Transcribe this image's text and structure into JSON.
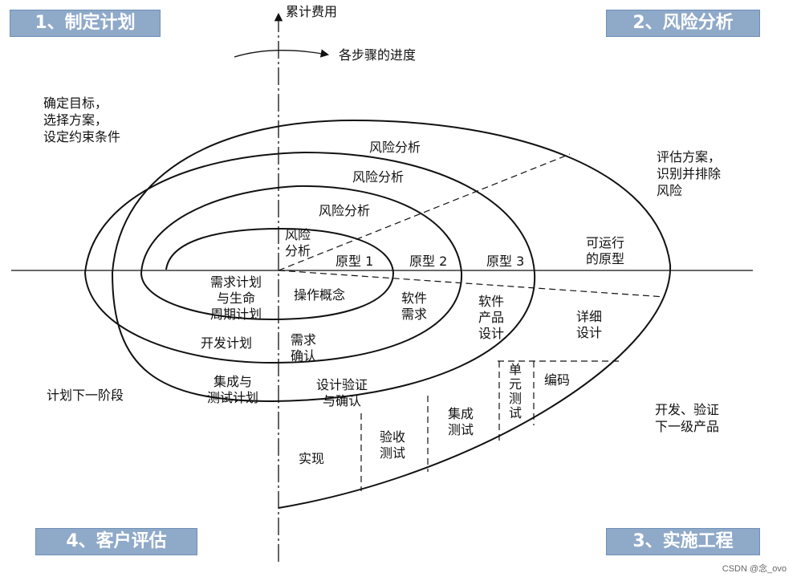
{
  "quadrants": {
    "q1": "1、制定计划",
    "q2": "2、风险分析",
    "q3": "3、实施工程",
    "q4": "4、客户评估"
  },
  "axes": {
    "y_label": "累计费用",
    "progress_label": "各步骤的进度"
  },
  "notes": {
    "top_left": "确定目标，\n选择方案，\n设定约束条件",
    "top_right": "评估方案，\n识别并排除\n风险",
    "bottom_left": "计划下一阶段",
    "bottom_right": "开发、验证\n下一级产品"
  },
  "risk_labels": [
    "风险分析",
    "风险分析",
    "风险分析",
    "风险\n分析"
  ],
  "prototypes": [
    "原型 1",
    "原型 2",
    "原型 3",
    "可运行\n的原型"
  ],
  "plans": [
    "需求计划\n与生命\n周期计划",
    "开发计划",
    "集成与\n测试计划"
  ],
  "engineering": [
    "操作概念",
    "软件\n需求",
    "软件\n产品\n设计",
    "详细\n设计"
  ],
  "validation": [
    "需求\n确认",
    "设计验证\n与确认"
  ],
  "implementation": [
    "实现",
    "验收\n测试",
    "集成\n测试",
    "单\n元\n测\n试",
    "编码"
  ],
  "watermark": "CSDN @念_ovo"
}
